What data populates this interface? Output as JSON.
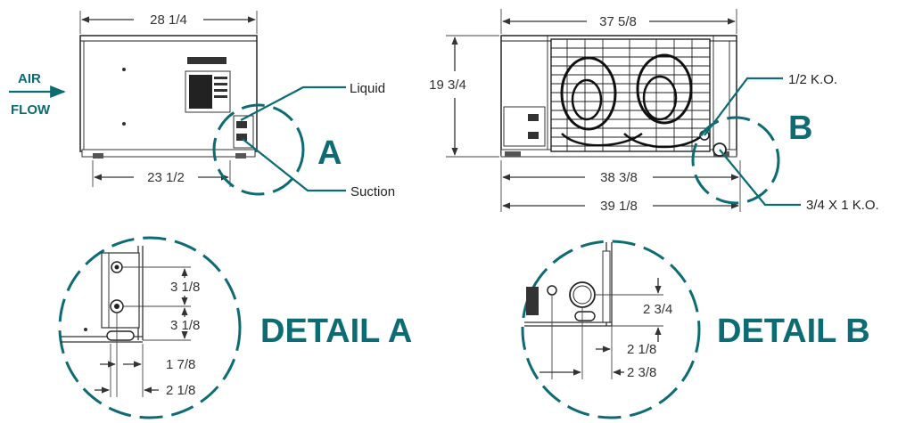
{
  "colors": {
    "accent": "#0d6b73",
    "line": "#333333"
  },
  "left_view": {
    "air_label": "AIR",
    "flow_label": "FLOW",
    "width_dim": "28 1/4",
    "base_dim": "23 1/2",
    "liquid_label": "Liquid",
    "suction_label": "Suction",
    "detail_marker": "A"
  },
  "right_view": {
    "width_dim": "37 5/8",
    "height_dim": "19 3/4",
    "ko_half": "1/2 K.O.",
    "base_dim_1": "38 3/8",
    "base_dim_2": "39 1/8",
    "ko_large": "3/4 X 1 K.O.",
    "detail_marker": "B"
  },
  "detail_a": {
    "title": "DETAIL A",
    "dim_upper": "3 1/8",
    "dim_lower": "3 1/8",
    "dim_h1": "1 7/8",
    "dim_h2": "2 1/8"
  },
  "detail_b": {
    "title": "DETAIL B",
    "dim_v": "2 3/4",
    "dim_h1": "2 1/8",
    "dim_h2": "2 3/8"
  }
}
